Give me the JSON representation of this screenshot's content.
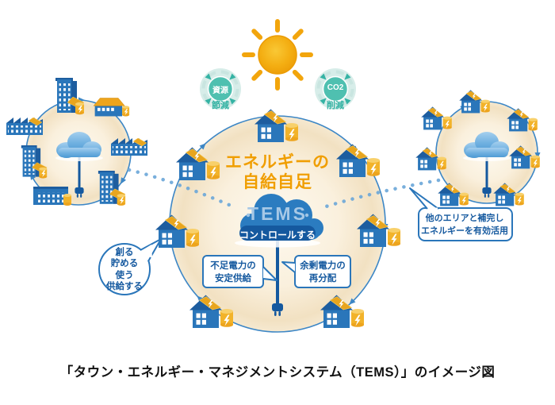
{
  "badges": {
    "resource": {
      "top": "資源",
      "bottom": "節減"
    },
    "co2": {
      "top": "CO2",
      "bottom": "削減"
    }
  },
  "central_circle": {
    "heading_line1": "エネルギーの",
    "heading_line2": "自給自足",
    "tems_label": "TEMS",
    "tems_sublabel": "コントロールする",
    "shortage_callout": {
      "line1": "不足電力の",
      "line2": "安定供給"
    },
    "surplus_callout": {
      "line1": "余剰電力の",
      "line2": "再分配"
    }
  },
  "left_town": {
    "callout_lines": [
      "創る",
      "貯める",
      "使う",
      "供給する"
    ]
  },
  "right_town": {
    "callout_line1": "他のエリアと補完し",
    "callout_line2": "エネルギーを有効活用"
  },
  "caption": "「タウン・エネルギー・マネジメントシステム（TEMS）」のイメージ図",
  "colors": {
    "accent_blue": "#2a76ba",
    "deep_blue": "#15599f",
    "cloud_blue": "#2b7cc0",
    "light_blue_text": "#a6c8e6",
    "dot_blue": "#6aa6d8",
    "orange_heading": "#f09e00",
    "solar_orange": "#e8a51e",
    "battery_yellow": "#f2b32a",
    "teal": "#35b3a4",
    "cream": "#faf0dc",
    "sun_orange": "#f2a50c"
  }
}
